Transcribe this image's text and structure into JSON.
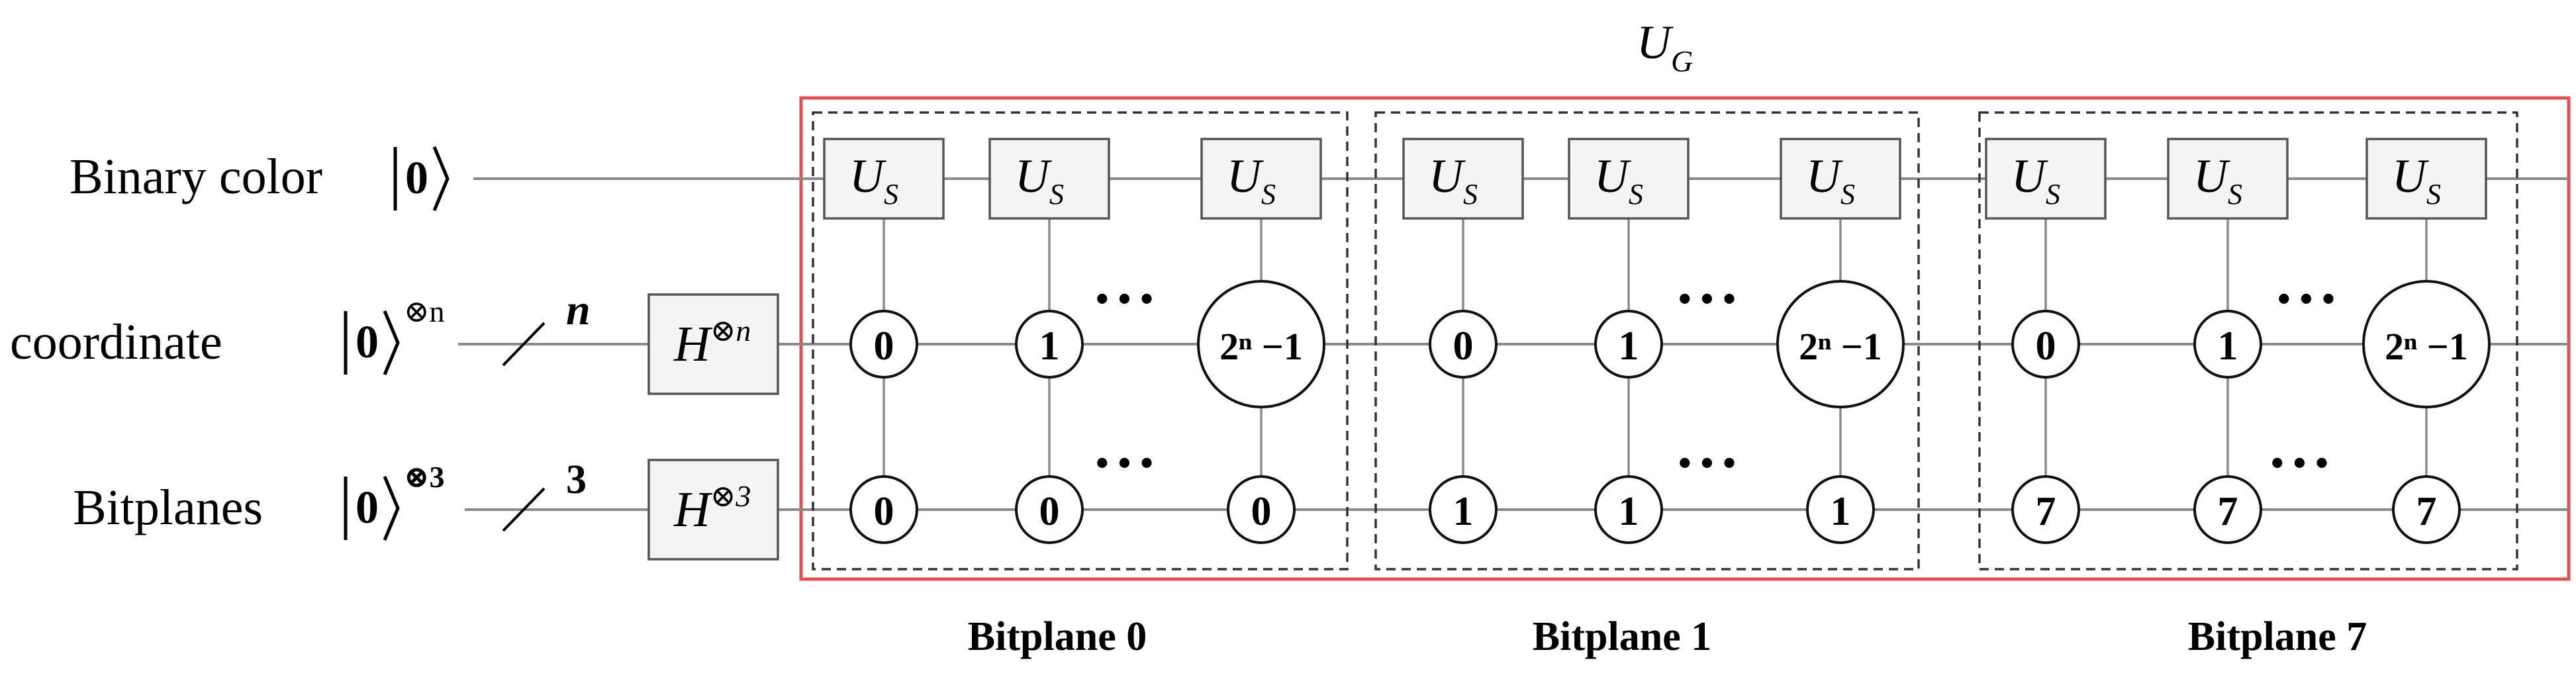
{
  "outer_operator": {
    "symbol": "U",
    "subscript": "G"
  },
  "wires": {
    "color": {
      "label": "Binary color",
      "ket": "0",
      "exponent": ""
    },
    "coord": {
      "label": "coordinate",
      "ket": "0",
      "exponent": "⊗n",
      "bundle": "n"
    },
    "planes": {
      "label": "Bitplanes",
      "ket": "0",
      "exponent": "⊗3",
      "bundle": "3"
    }
  },
  "hadamards": [
    {
      "symbol": "H",
      "exponent": "⊗n"
    },
    {
      "symbol": "H",
      "exponent": "⊗3"
    }
  ],
  "sub_gate": {
    "symbol": "U",
    "subscript": "S"
  },
  "ellipsis": "• • •",
  "blocks": [
    {
      "caption": "Bitplane 0",
      "coord_controls": [
        "0",
        "1",
        "2ⁿ −1"
      ],
      "plane_controls": [
        "0",
        "0",
        "0"
      ]
    },
    {
      "caption": "Bitplane 1",
      "coord_controls": [
        "0",
        "1",
        "2ⁿ −1"
      ],
      "plane_controls": [
        "1",
        "1",
        "1"
      ]
    },
    {
      "caption": "Bitplane 7",
      "coord_controls": [
        "0",
        "1",
        "2ⁿ −1"
      ],
      "plane_controls": [
        "7",
        "7",
        "7"
      ]
    }
  ]
}
